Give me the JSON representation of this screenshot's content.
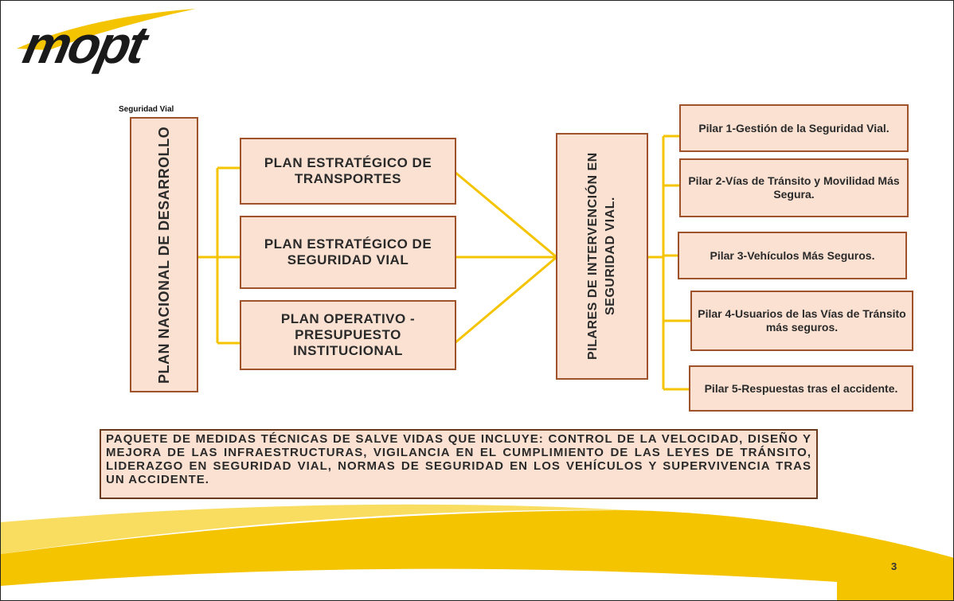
{
  "logo": {
    "brand": "mopt",
    "subtitle": "Seguridad Vial"
  },
  "left_box": "PLAN NACIONAL DE DESARROLLO",
  "plans": [
    "PLAN ESTRATÉGICO DE TRANSPORTES",
    "PLAN ESTRATÉGICO DE SEGURIDAD VIAL",
    "PLAN OPERATIVO - PRESUPUESTO INSTITUCIONAL"
  ],
  "center_box": "PILARES DE INTERVENCIÓN EN SEGURIDAD VIAL.",
  "pilares": [
    "Pilar 1-Gestión de la Seguridad Vial.",
    "Pilar 2-Vías de Tránsito y Movilidad Más Segura.",
    "Pilar 3-Vehículos Más Seguros.",
    "Pilar 4-Usuarios de las Vías de Tránsito más seguros.",
    "Pilar 5-Respuestas tras el accidente."
  ],
  "bottom_text": "PAQUETE DE MEDIDAS TÉCNICAS DE SALVE VIDAS QUE INCLUYE: CONTROL DE LA VELOCIDAD, DISEÑO Y MEJORA DE LAS INFRAESTRUCTURAS, VIGILANCIA EN EL CUMPLIMIENTO DE LAS LEYES DE TRÁNSITO, LIDERAZGO EN SEGURIDAD VIAL, NORMAS DE SEGURIDAD EN LOS VEHÍCULOS Y SUPERVIVENCIA TRAS UN ACCIDENTE.",
  "page_number": "3",
  "colors": {
    "accent": "#f5c400",
    "box_fill": "#fbe1d2",
    "box_border": "#a0522d"
  }
}
